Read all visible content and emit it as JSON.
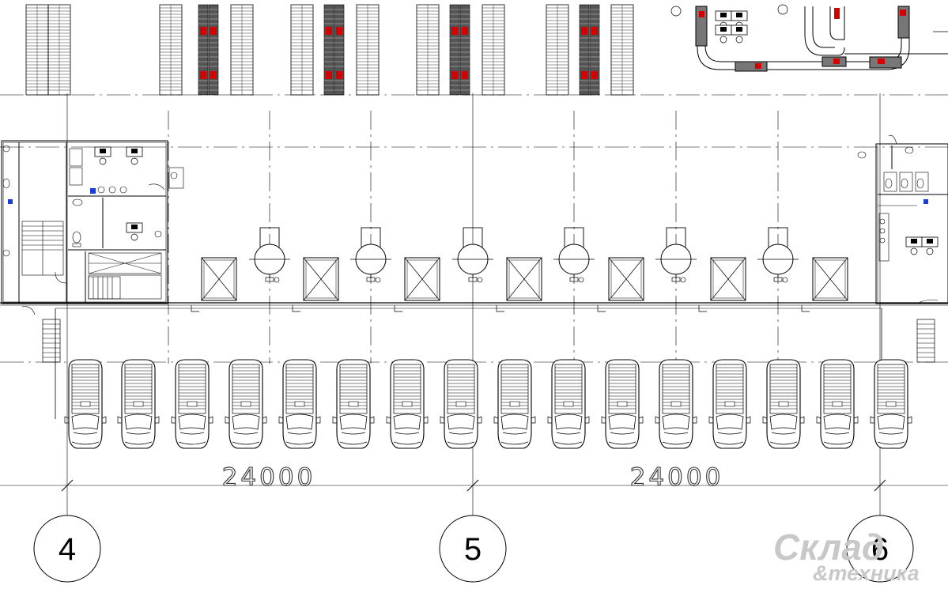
{
  "dimensions": [
    {
      "label": "24000"
    },
    {
      "label": "24000"
    }
  ],
  "axes": [
    {
      "label": "4"
    },
    {
      "label": "5"
    },
    {
      "label": "6"
    }
  ],
  "logo": {
    "line1": "Склад",
    "line2": "&техника"
  },
  "colors": {
    "line": "#000000",
    "accent": "#d40000",
    "marker": "#1a3fd6",
    "watermark": "#c8c8c8"
  },
  "icons": [
    "van-icon",
    "dock-leveler-icon",
    "loading-door-icon",
    "rack-icon",
    "conveyor-icon",
    "desk-icon",
    "toilet-icon",
    "stairs-icon"
  ]
}
